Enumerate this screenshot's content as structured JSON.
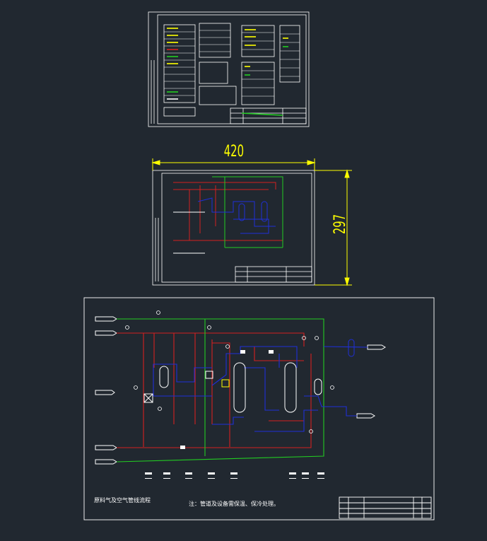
{
  "drawing": {
    "background": "#212830",
    "line_white": "#ffffff",
    "line_red": "#d42020",
    "line_blue": "#1f2fd8",
    "line_green": "#22cc22",
    "line_yellow": "#ffff00"
  },
  "dimensions": {
    "width_label": "420",
    "height_label": "297"
  },
  "notes": {
    "left_note": "原料气及空气管线流程",
    "main_note": "注：管道及设备需保温、保冷处理。"
  }
}
